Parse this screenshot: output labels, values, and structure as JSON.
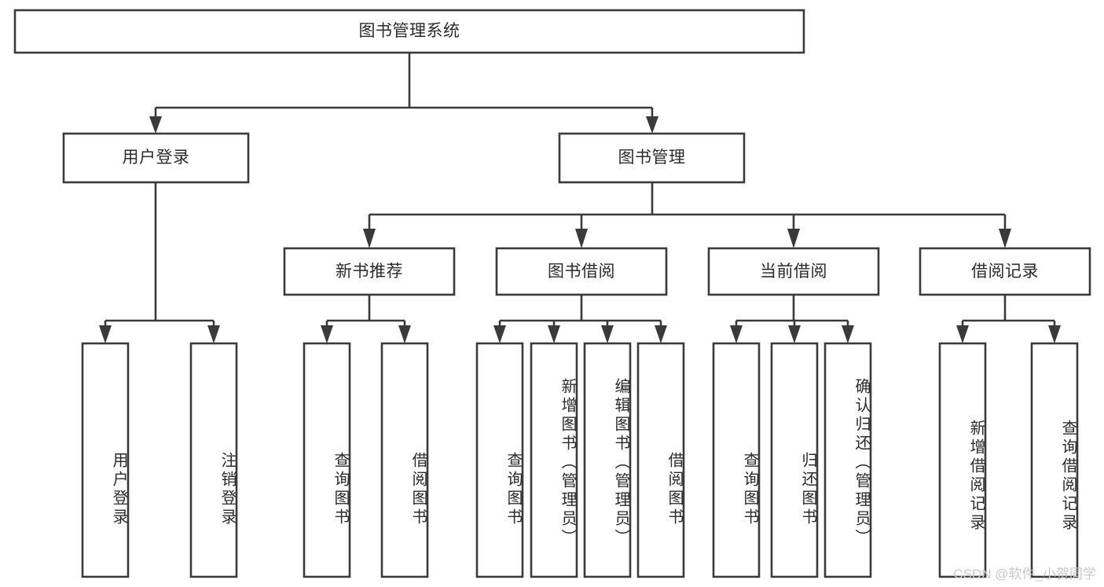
{
  "diagram": {
    "type": "tree-hierarchy",
    "title": "图书管理系统",
    "watermark": "CSDN @软件_小贺同学",
    "colors": {
      "stroke": "#3a3a3a",
      "fill": "#ffffff",
      "text": "#2b2b2b",
      "watermark": "#c9c9c9",
      "background": "#ffffff"
    },
    "levels": {
      "root": {
        "label": "图书管理系统"
      },
      "level2": [
        {
          "label": "用户登录"
        },
        {
          "label": "图书管理"
        }
      ],
      "level3": [
        {
          "label": "新书推荐"
        },
        {
          "label": "图书借阅"
        },
        {
          "label": "当前借阅"
        },
        {
          "label": "借阅记录"
        }
      ]
    },
    "nodes": {
      "root": "图书管理系统",
      "user_login": "用户登录",
      "book_manage": "图书管理",
      "new_book_rec": "新书推荐",
      "book_borrow": "图书借阅",
      "current_borrow": "当前借阅",
      "borrow_record": "借阅记录",
      "leaf_1": "用户登录",
      "leaf_2": "注销登录",
      "leaf_3": "查询图书",
      "leaf_4": "借阅图书",
      "leaf_5": "查询图书",
      "leaf_6": "新增图书（管理员）",
      "leaf_7": "编辑图书（管理员）",
      "leaf_8": "借阅图书",
      "leaf_9": "查询图书",
      "leaf_10": "归还图书",
      "leaf_11": "确认归还（管理员）",
      "leaf_12": "新增借阅记录",
      "leaf_13": "查询借阅记录"
    },
    "edges": [
      {
        "from": "root",
        "to": "user_login"
      },
      {
        "from": "root",
        "to": "book_manage"
      },
      {
        "from": "user_login",
        "to": "leaf_1"
      },
      {
        "from": "user_login",
        "to": "leaf_2"
      },
      {
        "from": "book_manage",
        "to": "new_book_rec"
      },
      {
        "from": "book_manage",
        "to": "book_borrow"
      },
      {
        "from": "book_manage",
        "to": "current_borrow"
      },
      {
        "from": "book_manage",
        "to": "borrow_record"
      },
      {
        "from": "new_book_rec",
        "to": "leaf_3"
      },
      {
        "from": "new_book_rec",
        "to": "leaf_4"
      },
      {
        "from": "book_borrow",
        "to": "leaf_5"
      },
      {
        "from": "book_borrow",
        "to": "leaf_6"
      },
      {
        "from": "book_borrow",
        "to": "leaf_7"
      },
      {
        "from": "book_borrow",
        "to": "leaf_8"
      },
      {
        "from": "current_borrow",
        "to": "leaf_9"
      },
      {
        "from": "current_borrow",
        "to": "leaf_10"
      },
      {
        "from": "current_borrow",
        "to": "leaf_11"
      },
      {
        "from": "borrow_record",
        "to": "leaf_12"
      },
      {
        "from": "borrow_record",
        "to": "leaf_13"
      }
    ]
  }
}
